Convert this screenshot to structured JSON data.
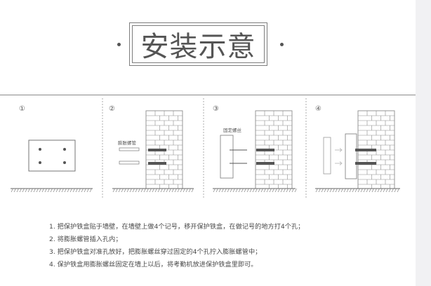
{
  "title": "安装示意",
  "panels": [
    {
      "number": "①"
    },
    {
      "number": "②",
      "label": "膨胀螺管"
    },
    {
      "number": "③",
      "label": "固定螺丝"
    },
    {
      "number": "④"
    }
  ],
  "steps": [
    "1. 把保护铁盒贴于墙壁，在墙壁上做4个记号，移开保护铁盒，在做记号的地方打4个孔；",
    "2. 将膨胀螺管插入孔内；",
    "3. 把保护铁盒对准孔放好，把膨胀螺丝穿过固定的4个孔拧入膨胀螺管中；",
    "4. 保护铁盒用膨胀螺丝固定在墙上以后，将考勤机放进保护铁盒里即可。"
  ],
  "colors": {
    "line": "#555555",
    "brick": "#8c8c8c",
    "screw": "#555555",
    "arrow": "#bbbbbb"
  }
}
